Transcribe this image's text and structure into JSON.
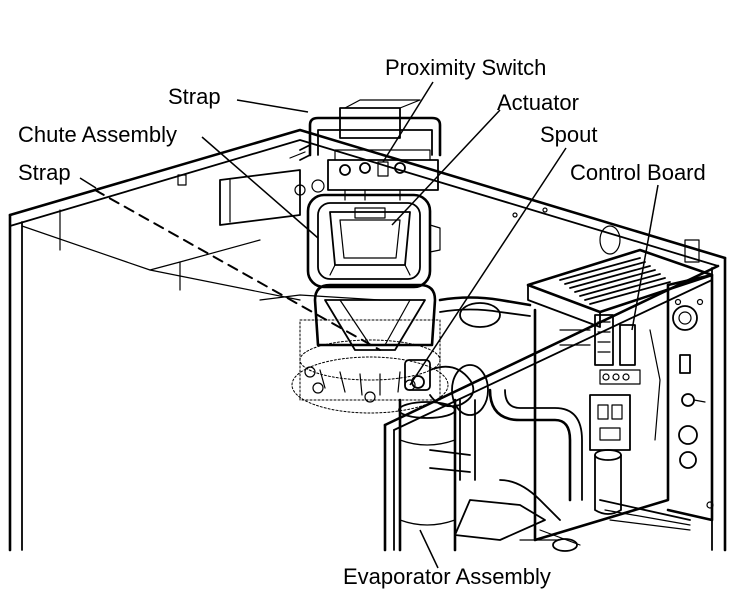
{
  "labels": {
    "proximity_switch": "Proximity Switch",
    "strap_top": "Strap",
    "actuator": "Actuator",
    "chute_assembly": "Chute Assembly",
    "spout": "Spout",
    "strap_left": "Strap",
    "control_board": "Control Board",
    "evaporator_assembly": "Evaporator Assembly"
  },
  "colors": {
    "line": "#000000",
    "background": "#ffffff",
    "fill_light": "#ffffff"
  }
}
